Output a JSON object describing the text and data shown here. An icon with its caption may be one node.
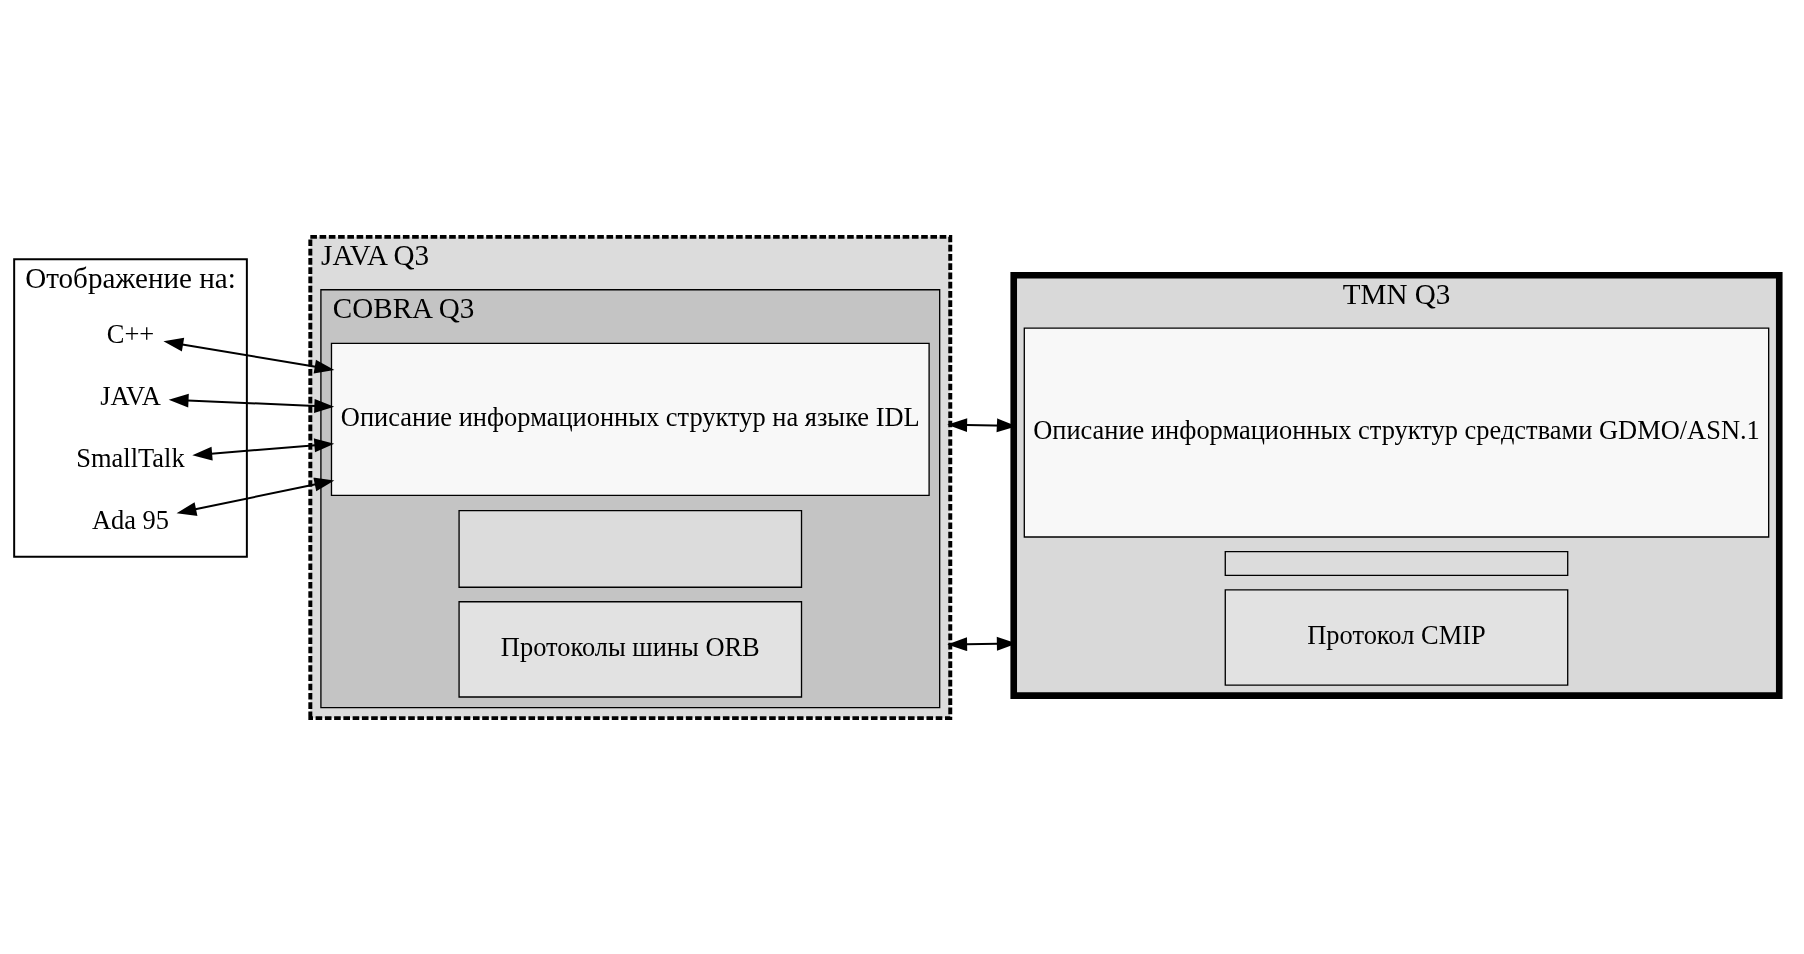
{
  "diagram": {
    "nodes": [
      {
        "text": [
          "Отображение на:"
        ]
      },
      {
        "text": [
          "C++"
        ],
        "in": 0
      },
      {
        "text": [
          "JAVA"
        ],
        "in": 0
      },
      {
        "text": [
          "SmallTalk"
        ],
        "in": 0
      },
      {
        "text": [
          "Ada 95"
        ],
        "in": 0
      },
      {
        "text": [
          "JAVA Q3"
        ]
      },
      {
        "text": [
          "COBRA Q3"
        ],
        "in": 5
      },
      {
        "text": [
          "Описание информационных структур на языке IDL"
        ],
        "in": 6
      },
      {
        "text": [],
        "shape": "box",
        "in": 6
      },
      {
        "text": [
          "Протоколы шины ORB"
        ],
        "in": 6
      },
      {
        "text": [
          "TMN Q3"
        ]
      },
      {
        "text": [
          "Описание информационных структур средствами GDMO/ASN.1"
        ],
        "in": 10
      },
      {
        "text": [],
        "shape": "box",
        "in": 10
      },
      {
        "text": [
          "Протокол CMIP"
        ],
        "in": 10
      }
    ],
    "edges": [
      {
        "from": 1,
        "to": 7,
        "arrow": "both"
      },
      {
        "from": 2,
        "to": 7,
        "arrow": "both"
      },
      {
        "from": 3,
        "to": 7,
        "arrow": "both"
      },
      {
        "from": 4,
        "to": 7,
        "arrow": "both"
      },
      {
        "from": 5,
        "to": 10,
        "arrow": "both"
      },
      {
        "from": 5,
        "to": 10,
        "arrow": "both"
      }
    ]
  }
}
